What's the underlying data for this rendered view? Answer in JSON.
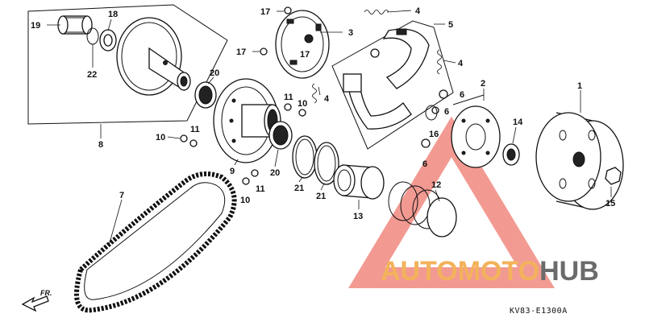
{
  "diagram_code": "KV83-E1300A",
  "front_label": "FR.",
  "watermark": {
    "part1": "AUTO",
    "part2": "MOTO",
    "part3": "HUB"
  },
  "callouts": {
    "c1": "1",
    "c2": "2",
    "c3": "3",
    "c4a": "4",
    "c4b": "4",
    "c4c": "4",
    "c5": "5",
    "c6a": "6",
    "c6b": "6",
    "c6c": "6",
    "c7": "7",
    "c8": "8",
    "c9": "9",
    "c10a": "10",
    "c10b": "10",
    "c10c": "10",
    "c11a": "11",
    "c11b": "11",
    "c11c": "11",
    "c12": "12",
    "c13": "13",
    "c14": "14",
    "c15": "15",
    "c16": "16",
    "c17a": "17",
    "c17b": "17",
    "c17c": "17",
    "c18": "18",
    "c19": "19",
    "c20a": "20",
    "c20b": "20",
    "c21a": "21",
    "c21b": "21",
    "c22": "22"
  },
  "colors": {
    "watermark_orange": "#f3b25b",
    "watermark_red": "#e8483a",
    "watermark_gray": "#6b6b6b"
  }
}
